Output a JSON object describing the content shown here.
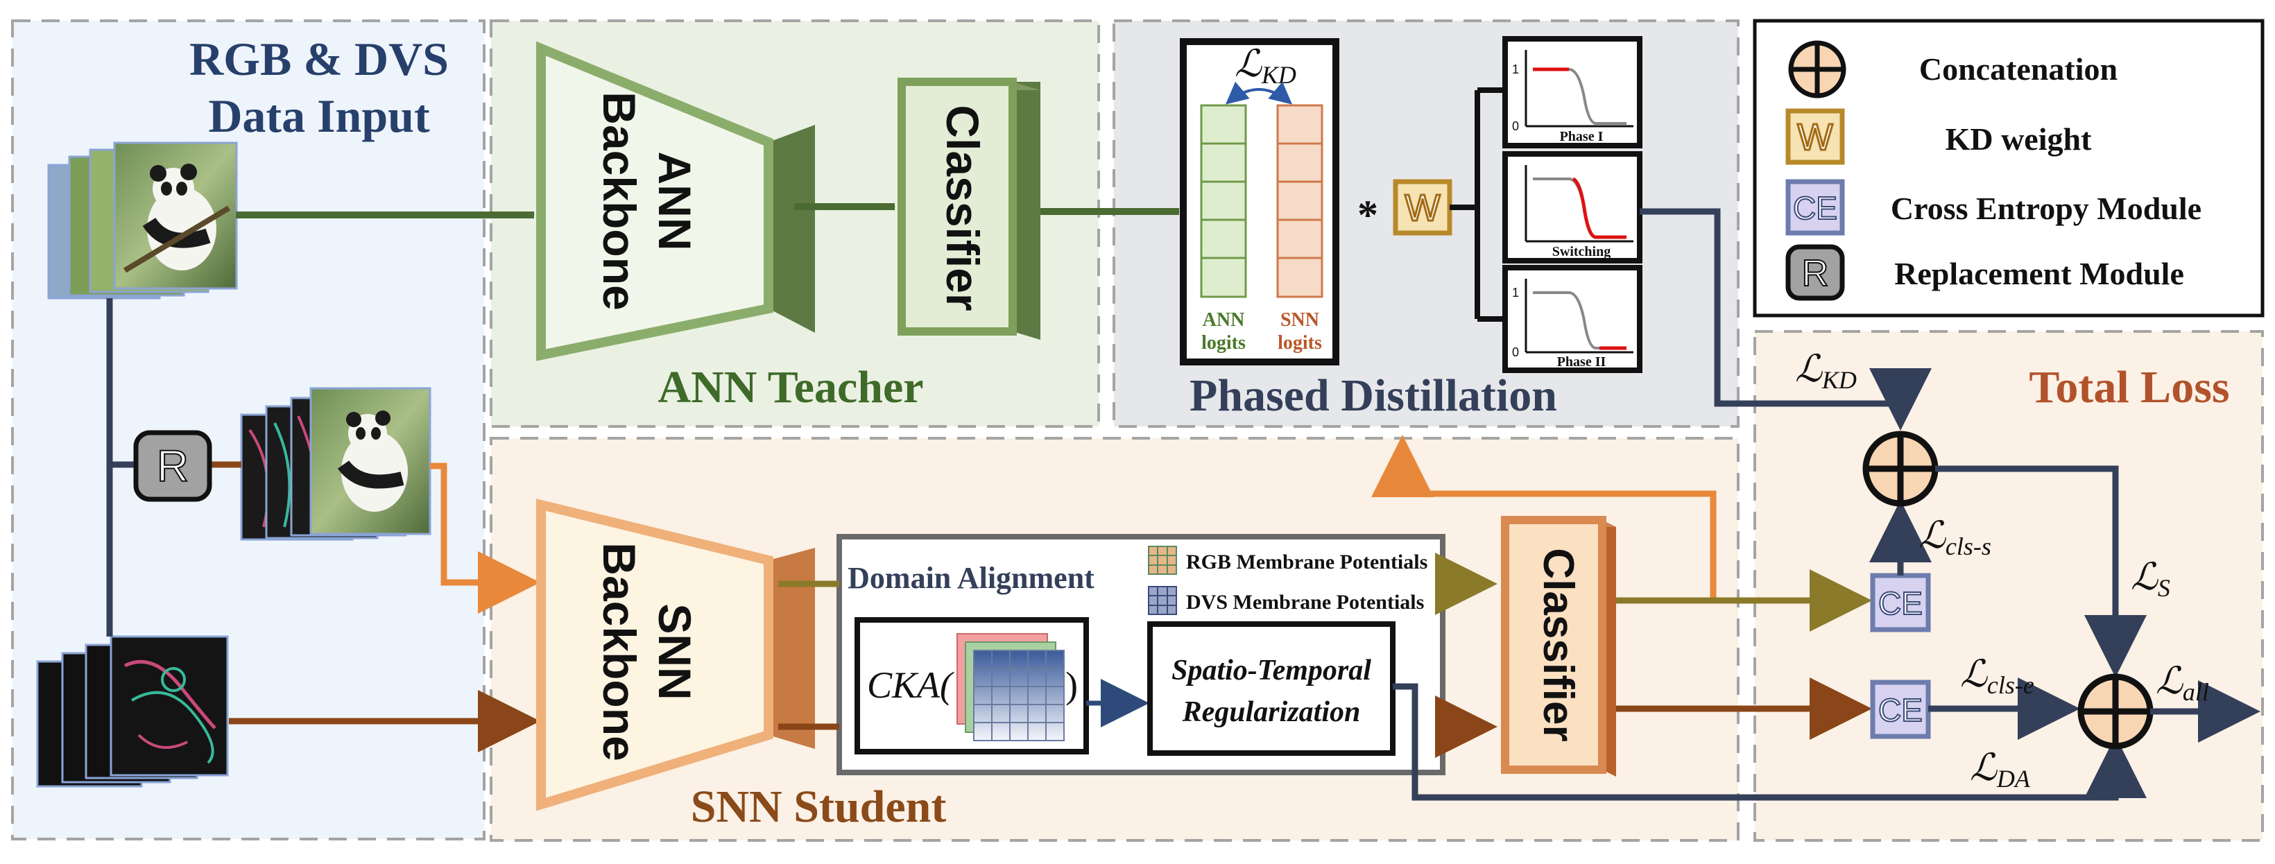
{
  "panels": {
    "input_title_line1": "RGB & DVS",
    "input_title_line2": "Data Input",
    "ann_teacher_title": "ANN Teacher",
    "snn_student_title": "SNN Student",
    "phased_distillation_title": "Phased Distillation",
    "total_loss_title": "Total Loss"
  },
  "ann": {
    "backbone_line1": "ANN",
    "backbone_line2": "Backbone",
    "classifier": "Classifier"
  },
  "snn": {
    "backbone_line1": "SNN",
    "backbone_line2": "Backbone",
    "classifier": "Classifier"
  },
  "distill": {
    "loss_kd_main": "ℒ",
    "loss_kd_sub": "KD",
    "ann_logits_line1": "ANN",
    "ann_logits_line2": "logits",
    "snn_logits_line1": "SNN",
    "snn_logits_line2": "logits",
    "multiply": "*",
    "weight_symbol": "W",
    "phase1": "Phase I",
    "switching": "Switching",
    "phase2": "Phase II",
    "axis_one": "1",
    "axis_zero": "0"
  },
  "domain": {
    "title": "Domain Alignment",
    "legend_rgb": "RGB Membrane Potentials",
    "legend_dvs": "DVS Membrane Potentials",
    "cka_label": "CKA(",
    "cka_close": ")",
    "str_line1": "Spatio-Temporal",
    "str_line2": "Regularization"
  },
  "modules": {
    "replacement_symbol": "R",
    "ce_symbol": "CE"
  },
  "losses": {
    "kd": {
      "main": "ℒ",
      "sub": "KD"
    },
    "cls_s": {
      "main": "ℒ",
      "sub": "cls-s"
    },
    "s": {
      "main": "ℒ",
      "sub": "S"
    },
    "cls_e": {
      "main": "ℒ",
      "sub": "cls-e"
    },
    "all": {
      "main": "ℒ",
      "sub": "all"
    },
    "da": {
      "main": "ℒ",
      "sub": "DA"
    }
  },
  "legend": {
    "concatenation": "Concatenation",
    "kd_weight": "KD weight",
    "ce_module": "Cross Entropy Module",
    "replacement_module": "Replacement Module",
    "w_symbol": "W",
    "ce_symbol": "CE",
    "r_symbol": "R"
  },
  "colors": {
    "ann_green": "#4a6b32",
    "snn_orange": "#e8883a",
    "snn_brown": "#8a4618",
    "navy": "#34405a",
    "title_blue": "#27406b",
    "title_green": "#3f6a2a",
    "title_brown": "#8a4a1a",
    "title_orange": "#b2522a",
    "ce_fill": "#d6d2ef",
    "ce_border": "#6d7cad",
    "w_fill": "#f6e3b4",
    "w_border": "#b8892a"
  }
}
